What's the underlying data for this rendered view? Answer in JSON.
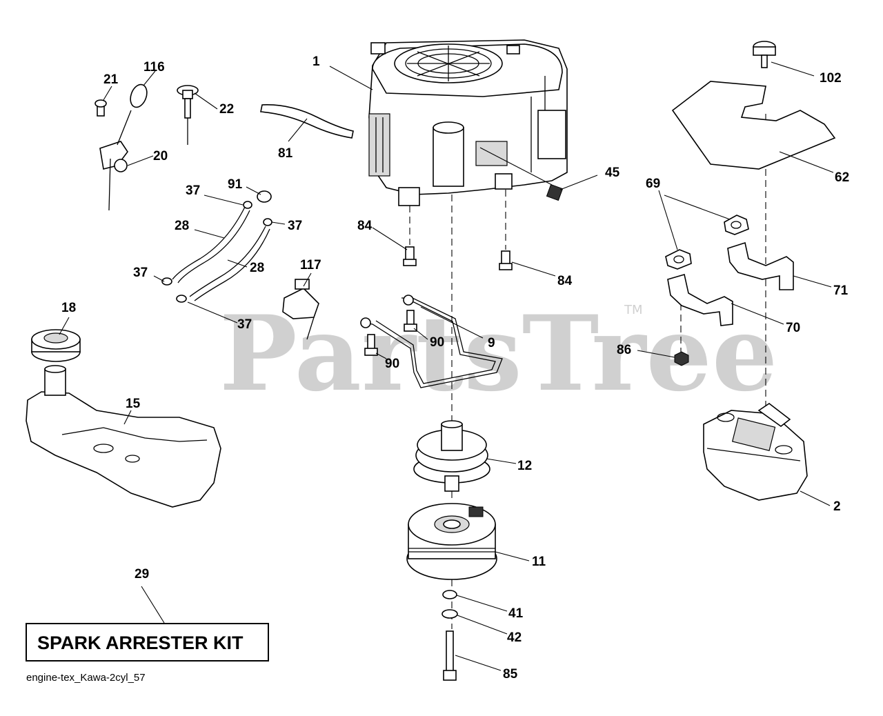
{
  "watermark": {
    "text": "PartsTree",
    "tm": "TM"
  },
  "kit_box": {
    "label": "SPARK ARRESTER KIT"
  },
  "footer": {
    "code": "engine-tex_Kawa-2cyl_57"
  },
  "callouts": {
    "c1": "1",
    "c2": "2",
    "c9": "9",
    "c11": "11",
    "c12": "12",
    "c15": "15",
    "c18": "18",
    "c20": "20",
    "c21": "21",
    "c22": "22",
    "c28a": "28",
    "c28b": "28",
    "c29": "29",
    "c37a": "37",
    "c37b": "37",
    "c37c": "37",
    "c37d": "37",
    "c41": "41",
    "c42": "42",
    "c45": "45",
    "c62": "62",
    "c69": "69",
    "c70": "70",
    "c71": "71",
    "c81": "81",
    "c84a": "84",
    "c84b": "84",
    "c85": "85",
    "c86": "86",
    "c90a": "90",
    "c90b": "90",
    "c91": "91",
    "c102": "102",
    "c116": "116",
    "c117": "117"
  }
}
